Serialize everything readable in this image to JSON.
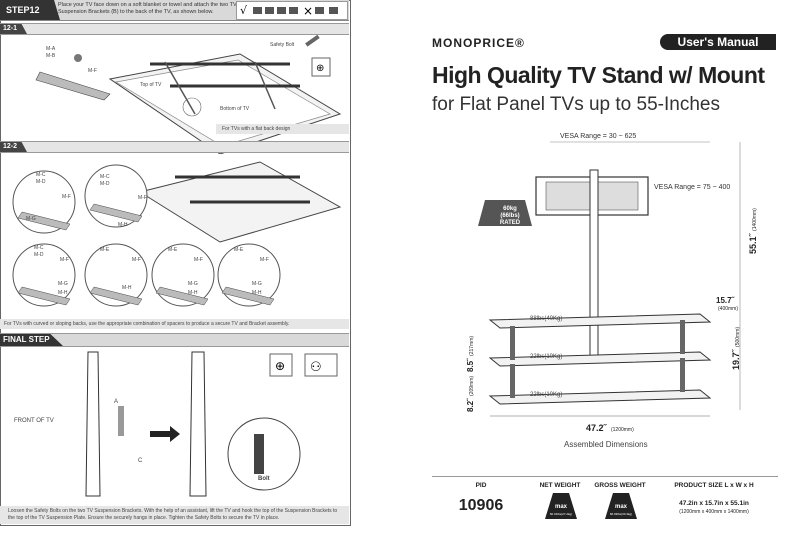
{
  "left": {
    "step_label": "STEP12",
    "step_desc": "Place your TV face down on a soft blanket or towel and attach the two TV Suspension Brackets (B) to the back of the TV, as shown below.",
    "sub1": "12-1",
    "sub1_labels": {
      "ma": "M-A",
      "mb": "M-B",
      "mf": "M-F",
      "safety_bolt": "Safety Bolt",
      "top_of_tv": "Top of TV",
      "bottom_of_tv": "Bottom of TV"
    },
    "sub1_note": "For TVs with a flat back design",
    "sub2": "12-2",
    "sub2_labels": {
      "mc": "M-C",
      "md": "M-D",
      "mf": "M-F",
      "mg": "M-G",
      "mh": "M-H",
      "me": "M-E"
    },
    "sub2_note": "For TVs with curved or sloping backs, use the appropriate combination of spacers to produce a secure TV and Bracket assembly.",
    "final_label": "FINAL STEP",
    "final_labels": {
      "front_of_tv": "FRONT OF TV",
      "a": "A",
      "c": "C",
      "bolt": "Bolt"
    },
    "final_note": "Loosen the Safety Bolts on the two TV Suspension Brackets. With the help of an assistant, lift the TV and hook the top of the Suspension Brackets to the top of the TV Suspension Plate. Ensure the securely hangs in place. Tighten the Safety Bolts to secure the TV in place."
  },
  "right": {
    "logo": "MONOPRICE®",
    "manual_tag": "User's Manual",
    "title": "High Quality TV Stand w/ Mount",
    "subtitle": "for Flat Panel TVs up to 55-Inches",
    "vesa1": "VESA Range = 30 ~ 625",
    "vesa2": "VESA Range = 75 ~ 400",
    "weight_badge": [
      "60kg",
      "(66lbs)",
      "RATED"
    ],
    "shelf_top": "88lbs(40Kg)",
    "shelf_mid": "22lbs(10Kg)",
    "shelf_bot": "22lbs(10Kg)",
    "dim_height": "55.1˝",
    "dim_height_mm": "(1400mm)",
    "dim_depth": "15.7˝",
    "dim_depth_mm": "(400mm)",
    "dim_197": "19.7˝",
    "dim_197_mm": "(500mm)",
    "dim_85": "8.5˝",
    "dim_85_mm": "(217mm)",
    "dim_82": "8.2˝",
    "dim_82_mm": "(209mm)",
    "dim_width": "47.2˝",
    "dim_width_mm": "(1200mm)",
    "caption": "Assembled Dimensions",
    "specs": {
      "headers": [
        "PID",
        "NET WEIGHT",
        "GROSS WEIGHT",
        "PRODUCT SIZE L x W x H"
      ],
      "pid": "10906",
      "net_max": "max",
      "net_val": "60.01lbs(27.2kg)",
      "gross_max": "max",
      "gross_val": "66.93lbs(30.3kg)",
      "size_in": "47.2in x 15.7in x 55.1in",
      "size_mm": "(1200mm x 400mm x 1400mm)"
    }
  }
}
